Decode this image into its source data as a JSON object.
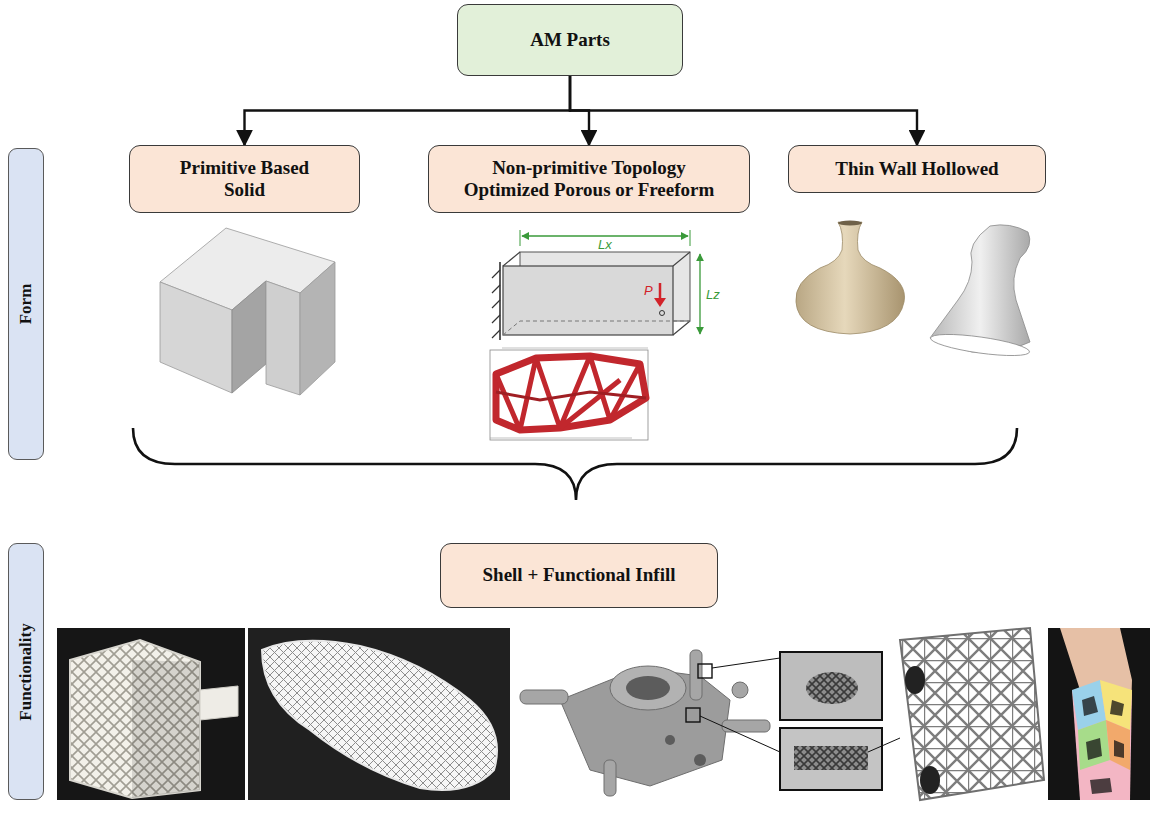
{
  "diagram": {
    "nodes": [
      {
        "text": [
          "AM Parts"
        ]
      },
      {
        "text": [
          "Primitive Based Solid"
        ]
      },
      {
        "text": [
          "Non-primitive Topology Optimized Porous or Freeform"
        ]
      },
      {
        "text": [
          "Thin Wall Hollowed"
        ]
      },
      {
        "text": [
          "Form"
        ]
      },
      {
        "text": [
          "Shell + Functional Infill"
        ]
      },
      {
        "text": [
          "Functionality"
        ]
      }
    ],
    "edges": [
      {
        "from": 0,
        "to": 1,
        "arrow": "to"
      },
      {
        "from": 0,
        "to": 2,
        "arrow": "to"
      },
      {
        "from": 0,
        "to": 3,
        "arrow": "to"
      }
    ],
    "labels": [
      "Lx",
      "Lz",
      "P"
    ]
  }
}
